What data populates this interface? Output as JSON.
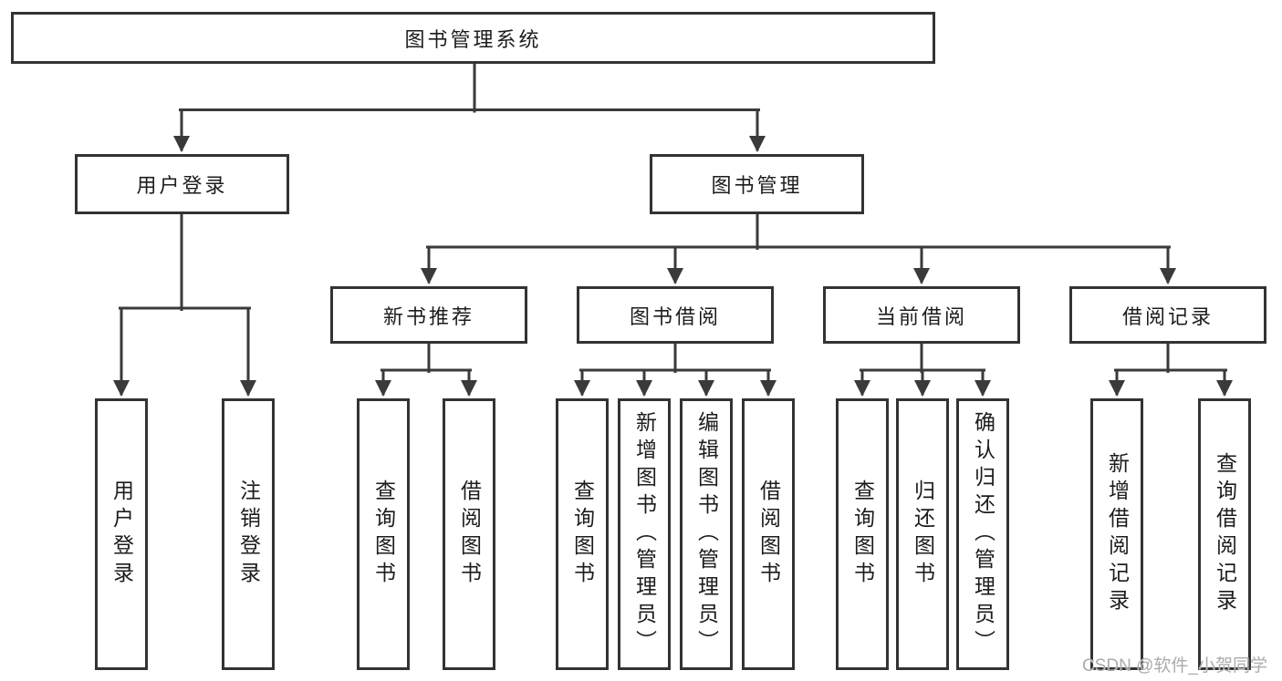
{
  "nodes": {
    "root": "图书管理系统",
    "user_login": "用户登录",
    "book_management": "图书管理",
    "new_book_recommendation": "新书推荐",
    "book_borrowing": "图书借阅",
    "current_borrowing": "当前借阅",
    "borrowing_records": "借阅记录",
    "leaves": {
      "user_login": "用户登录",
      "logout": "注销登录",
      "recommend_query_books": "查询图书",
      "recommend_borrow_books": "借阅图书",
      "borrow_query_books": "查询图书",
      "borrow_add_books_admin": "新增图书（管理员）",
      "borrow_edit_books_admin": "编辑图书（管理员）",
      "borrow_borrow_books": "借阅图书",
      "current_query_books": "查询图书",
      "current_return_books": "归还图书",
      "current_confirm_return_admin": "确认归还（管理员）",
      "records_add_borrow_record": "新增借阅记录",
      "records_query_borrow_record": "查询借阅记录"
    }
  },
  "watermark": "CSDN @软件_小贺同学",
  "colors": {
    "line": "#3a3a3a",
    "box_border": "#333333",
    "text": "#1c1c1c",
    "background": "#ffffff",
    "watermark": "#ababab"
  }
}
